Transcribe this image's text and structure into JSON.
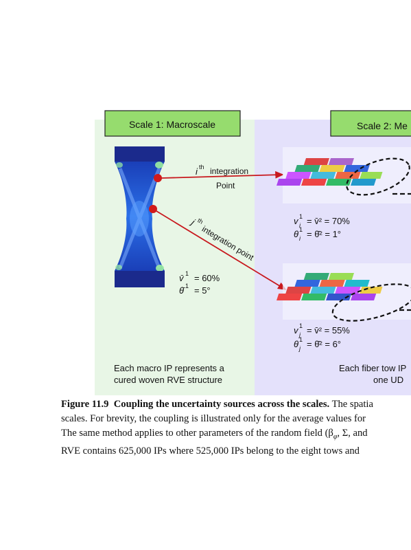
{
  "figure": {
    "scale1_title": "Scale 1: Macroscale",
    "scale2_title": "Scale 2: Me",
    "ith_label_sup": "th",
    "ith_label_base": "i",
    "ith_label_text": "integration",
    "ith_label_point": "Point",
    "jth_label_base": "j",
    "jth_label_sup": "th",
    "jth_label_text": "integration point",
    "macro_v_value": "= 60%",
    "macro_theta_value": "= 5°",
    "ith_v_value": "= v̄² = 70%",
    "ith_theta_value": "= θ̄² = 1°",
    "jth_v_value": "= v̄² = 55%",
    "jth_theta_value": "= θ̄² = 6°",
    "macro_desc_line1": "Each macro IP represents a",
    "macro_desc_line2": "cured woven RVE structure",
    "meso_desc_line1": "Each fiber tow IP",
    "meso_desc_line2": "one UD",
    "colors": {
      "scale1_bg": "#e8f6e6",
      "scale2_bg": "#e4e1fb",
      "title_box": "#96dc6e",
      "arrow": "#c8191e",
      "specimen": "#1e50dc"
    }
  },
  "caption": {
    "label": "Figure 11.9",
    "title": "Coupling the uncertainty sources across the scales.",
    "line1_rest": " The spatia",
    "line2": "scales. For brevity, the coupling is illustrated only for the average values for",
    "line3": "The same method applies to other parameters of the random field (β",
    "line3_sub": "φ",
    "line3_rest": ", Σ, and",
    "line4": "RVE contains 625,000 IPs where 525,000 IPs belong to the eight tows and"
  }
}
